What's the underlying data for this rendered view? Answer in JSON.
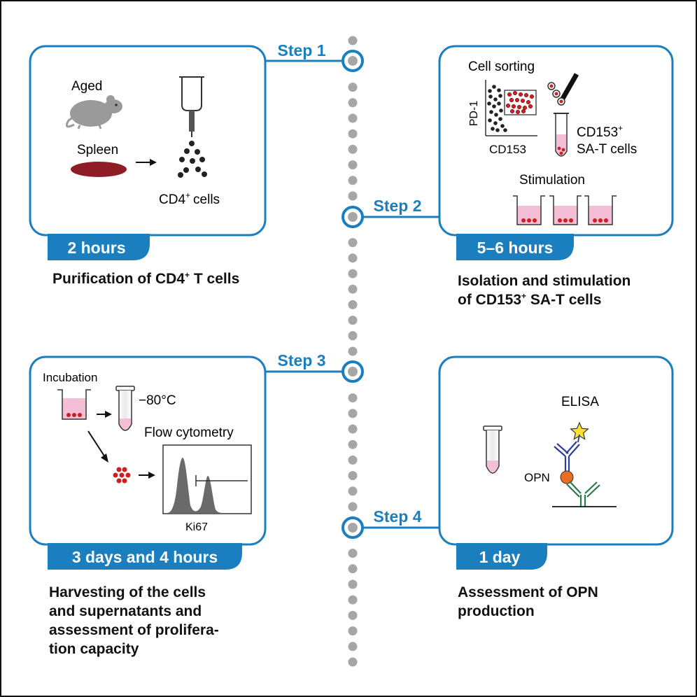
{
  "steps": [
    {
      "label": "Step 1",
      "duration": "2 hours",
      "caption_lines": [
        "Purification of CD4",
        "T cells"
      ]
    },
    {
      "label": "Step 2",
      "duration": "5–6 hours",
      "caption_lines": [
        "Isolation and stimulation",
        "of CD153",
        "SA-T cells"
      ]
    },
    {
      "label": "Step 3",
      "duration": "3 days and 4 hours",
      "caption_lines": [
        "Harvesting of the cells",
        "and supernatants and",
        "assessment of prolifera-",
        "tion capacity"
      ]
    },
    {
      "label": "Step 4",
      "duration": "1 day",
      "caption_lines": [
        "Assessment of OPN",
        "production"
      ]
    }
  ],
  "panel1": {
    "aged": "Aged",
    "spleen": "Spleen",
    "cells": "CD4",
    "cells_suffix": "cells",
    "sup": "+"
  },
  "panel2": {
    "cell_sorting": "Cell sorting",
    "y_axis": "PD-1",
    "x_axis": "CD153",
    "sorted_line1": "CD153",
    "sorted_line2": "SA-T cells",
    "sup": "+",
    "stimulation": "Stimulation"
  },
  "panel3": {
    "incubation": "Incubation",
    "temperature": "−80°C",
    "flow": "Flow cytometry",
    "marker": "Ki67"
  },
  "panel4": {
    "assay": "ELISA",
    "analyte": "OPN"
  },
  "colors": {
    "frame": "#1b7fbf",
    "badge": "#1b7fbf",
    "timeline_dot": "#a6a6a6",
    "red_cell": "#cc1f24",
    "spleen": "#8e1d28",
    "pink_medium": "#f4bfd6",
    "mouse": "#9a9a9a",
    "antibody_blue": "#2b3f99",
    "antibody_green": "#2a7a4b",
    "star": "#ffe033",
    "opn": "#ee6b24"
  }
}
